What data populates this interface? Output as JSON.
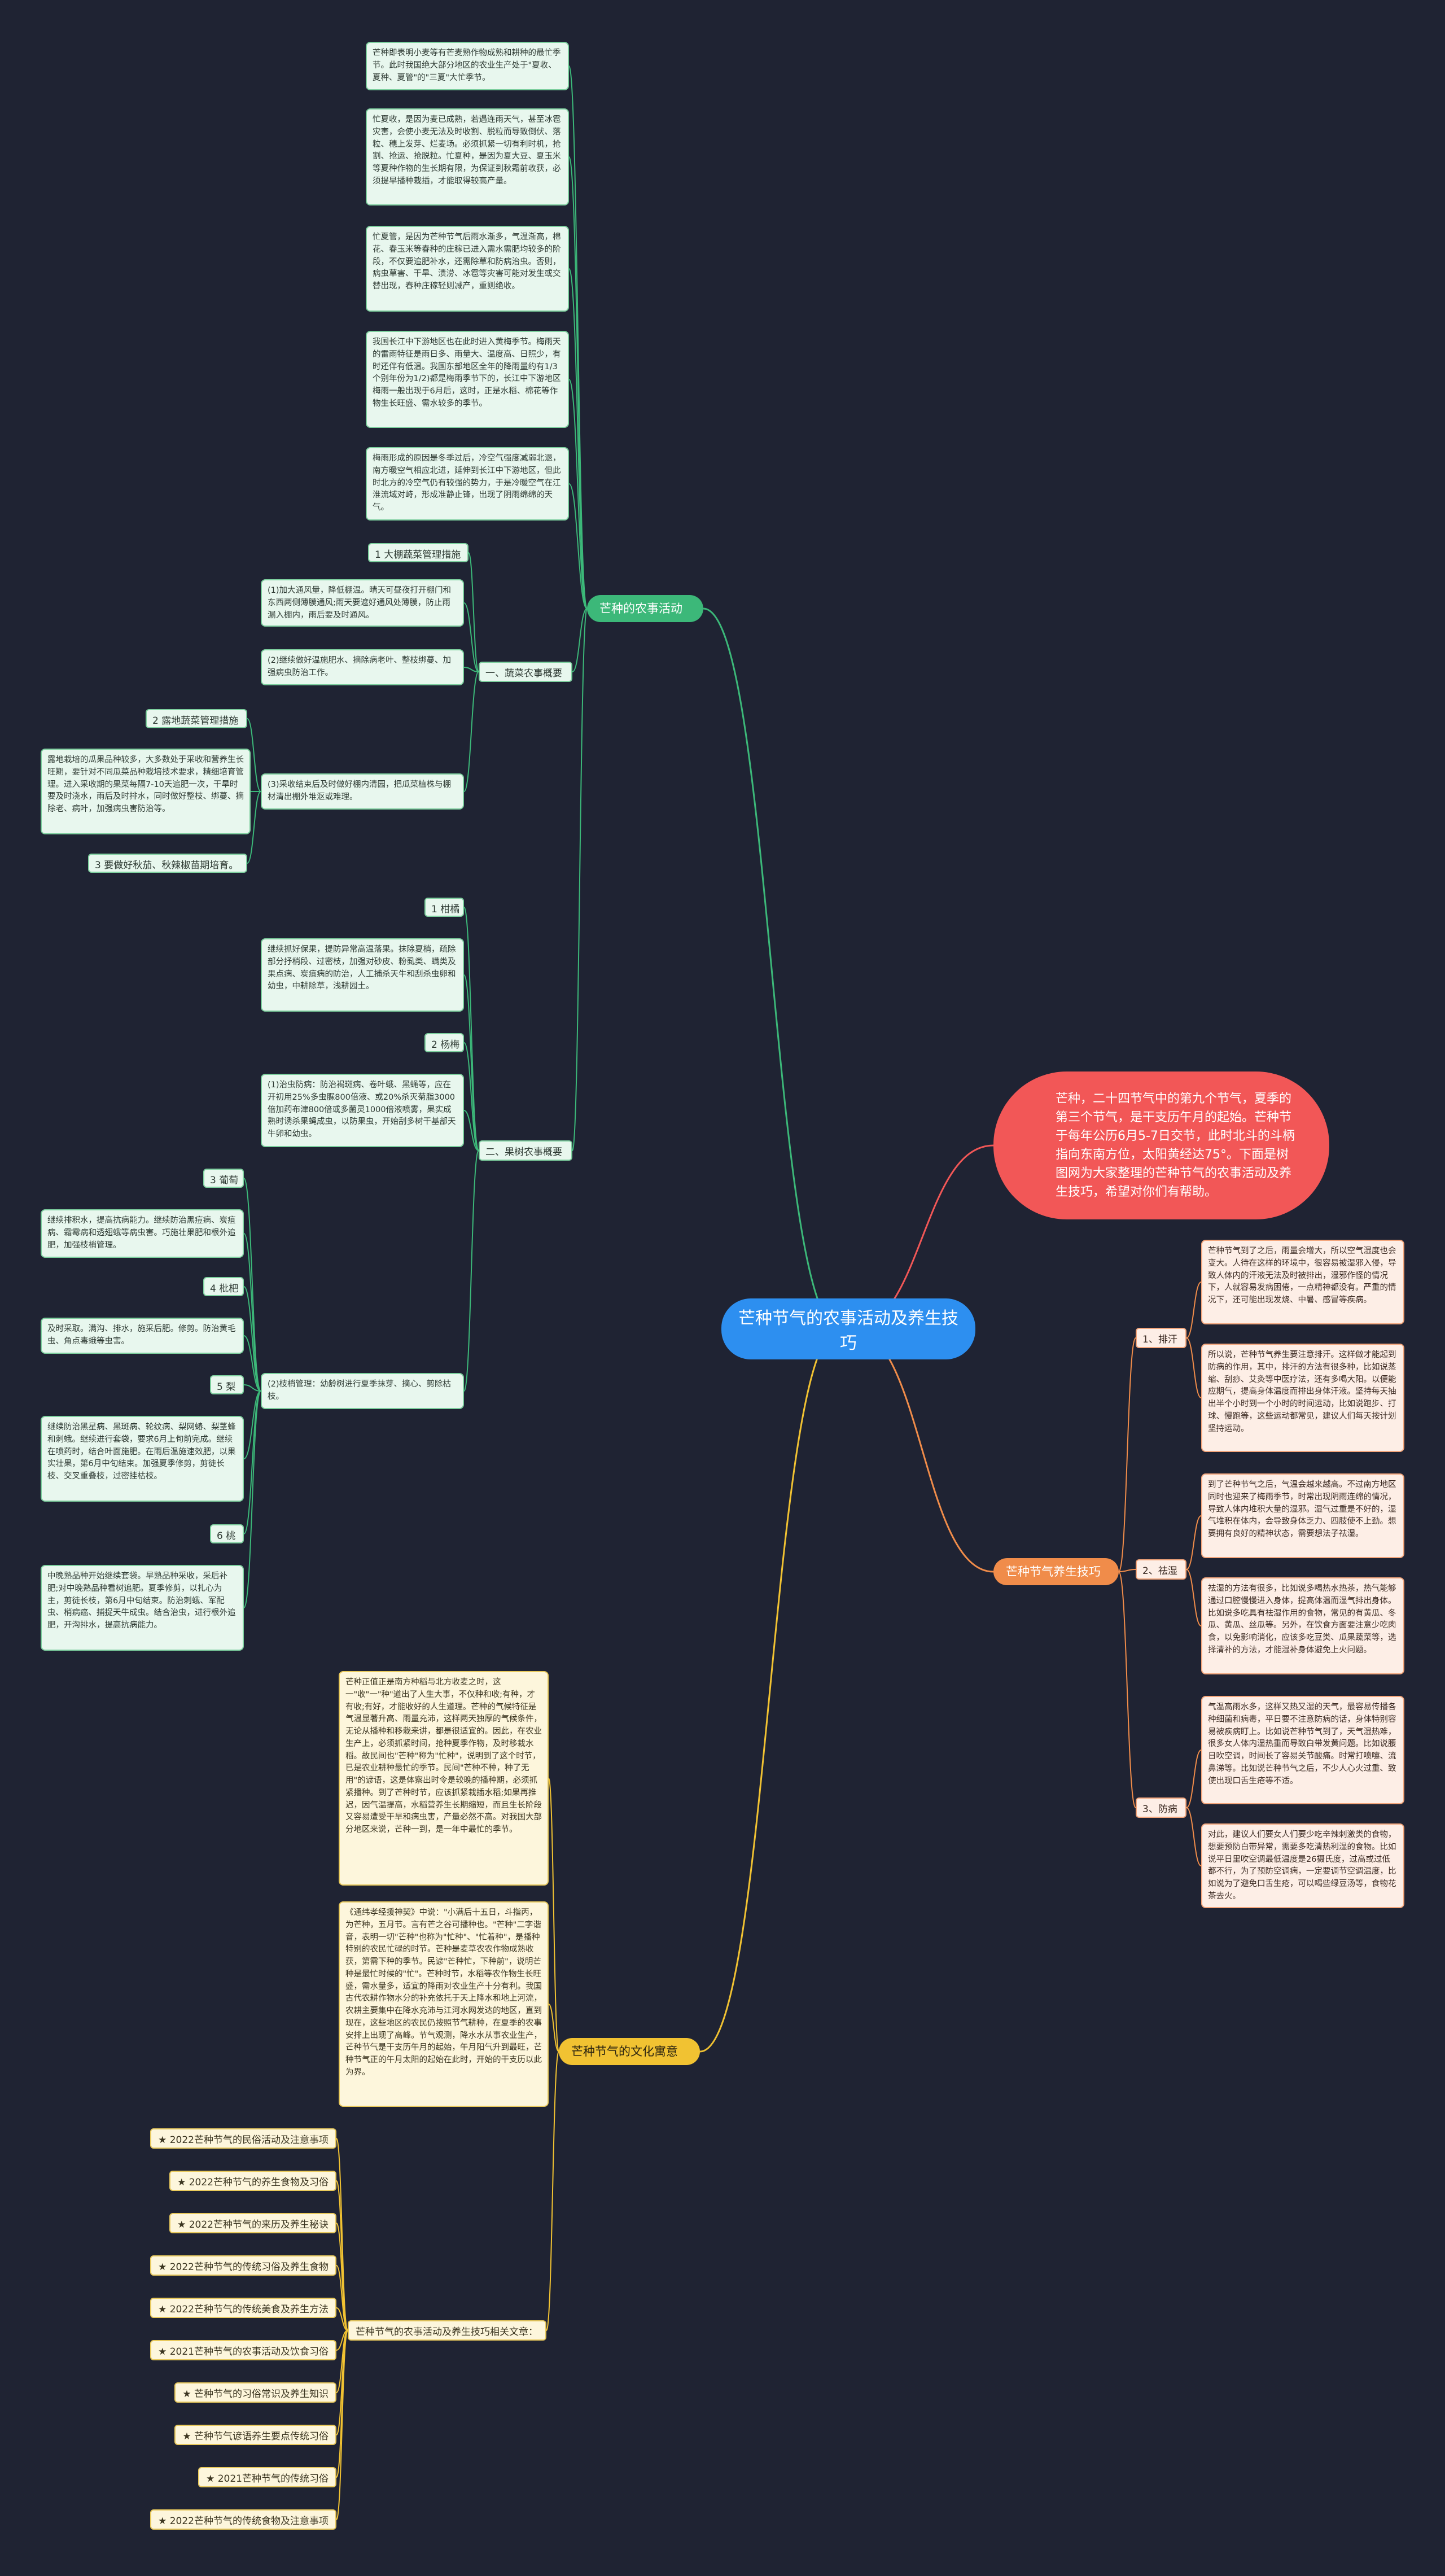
{
  "root": {
    "title": "芒种节气的农事活动及养生技巧"
  },
  "intro": {
    "text": "芒种，二十四节气中的第九个节气，夏季的第三个节气，是干支历午月的起始。芒种节于每年公历6月5-7日交节，此时北斗的斗柄指向东南方位，太阳黄经达75°。下面是树图网为大家整理的芒种节气的农事活动及养生技巧，希望对你们有帮助。"
  },
  "branch_farm": {
    "label": "芒种的农事活动",
    "paragraphs": [
      "芒种即表明小麦等有芒麦熟作物成熟和耕种的最忙季节。此时我国绝大部分地区的农业生产处于\"夏收、夏种、夏管\"的\"三夏\"大忙季节。",
      "忙夏收，是因为麦已成熟，若遇连雨天气，甚至冰雹灾害，会使小麦无法及时收割、脱粒而导致倒伏、落粒、穗上发芽、烂麦场。必须抓紧一切有利时机，抢割、抢运、抢脱粒。忙夏种，是因为夏大豆、夏玉米等夏种作物的生长期有限，为保证到秋霜前收获，必须提早播种栽插，才能取得较高产量。",
      "忙夏管，是因为芒种节气后雨水渐多，气温渐高，棉花、春玉米等春种的庄稼已进入需水需肥均较多的阶段，不仅要追肥补水，还需除草和防病治虫。否则，病虫草害、干旱、渍涝、冰雹等灾害可能对发生或交替出现，春种庄稼轻则减产，重则绝收。",
      "我国长江中下游地区也在此时进入黄梅季节。梅雨天的雷雨特征是雨日多、雨量大、温度高、日照少，有时还伴有低温。我国东部地区全年的降雨量约有1/3个别年份为1/2)都是梅雨季节下的，长江中下游地区梅雨一般出现于6月后，这时，正是水稻、棉花等作物生长旺盛、需水较多的季节。",
      "梅雨形成的原因是冬季过后，冷空气强度减弱北退，南方暖空气相应北进，延伸到长江中下游地区，但此时北方的冷空气仍有较强的势力，于是冷暖空气在江淮流域对峙，形成准静止锋，出现了阴雨绵绵的天气。"
    ],
    "veg_group": {
      "label": "一、蔬菜农事概要",
      "sub1": "1 大棚蔬菜管理措施",
      "item1": "(1)加大通风量，降低棚温。晴天可昼夜打开棚门和东西两侧薄膜通风;雨天要遮好通风处薄膜，防止雨漏入棚内，雨后要及时通风。",
      "item2": "(2)继续做好温施肥水、摘除病老叶、整枝绑蔓、加强病虫防治工作。",
      "sub2": "2 露地蔬菜管理措施",
      "sub2_text": "露地栽培的瓜果品种较多，大多数处于采收和营养生长旺期，要针对不同瓜菜品种栽培技术要求，精细培育管理。进入采收期的果菜每隔7-10天追肥一次，干旱时要及时浇水，雨后及时排水，同时做好整枝、绑蔓、摘除老、病叶，加强病虫害防治等。",
      "item3": "(3)采收结束后及时做好棚内清园，把瓜菜植株与棚材清出棚外堆沤或难理。",
      "sub3": "3 要做好秋茄、秋辣椒苗期培育。"
    },
    "fruit_group": {
      "label": "二、果树农事概要",
      "s1": "1 柑橘",
      "s1_text": "继续抓好保果，提防异常高温落果。抹除夏梢，疏除部分抒梢段、过密枝，加强对砂皮、粉虱类、螨类及果点病、炭疽病的防治，人工捕杀天牛和刮杀虫卵和幼虫，中耕除草，浅耕园土。",
      "s2": "2 杨梅",
      "s2_text": "(1)治虫防病：防治褐斑病、卷叶蛾、黑蝇等，应在开初用25%多虫脲800倍液、或20%杀灭菊脂3000倍加药布津800倍或多菌灵1000倍液喷雾，果实成熟时诱杀果蝇成虫，以防果虫，开始刮多树干基部天牛卵和幼虫。",
      "s2_item": "(2)枝梢管理：幼龄树进行夏季抹芽、摘心、剪除枯枝。",
      "s3": "3 葡萄",
      "s3_text": "继续排积水，提高抗病能力。继续防治黑痘病、炭疽病、霜霉病和透翅蛾等病虫害。巧施壮果肥和根外追肥，加强枝梢管理。",
      "s4": "4 枇杷",
      "s4_text": "及时采取。满沟、排水，施采后肥。修剪。防治黄毛虫、角点毒蛾等虫害。",
      "s5": "5 梨",
      "s5_text": "继续防治黑星病、黑斑病、轮纹病、梨网蝽、梨茎蜂和刺蛾。继续进行套袋，要求6月上旬前完成。继续在喷药时，结合叶面施肥。在雨后温施速效肥，以果实壮果，第6月中旬结束。加强夏季修剪，剪徒长枝、交叉重叠枝，过密挂枯枝。",
      "s6": "6 桃",
      "s6_text": "中晚熟品种开始继续套袋。早熟品种采收，采后补肥;对中晚熟品种看树追肥。夏季修剪，以扎心为主，剪徒长枝，第6月中旬结束。防治刺蛾、军配虫、梢病癌、捕捉天牛成虫。结合治虫，进行根外追肥，开沟排水，提高抗病能力。"
    }
  },
  "branch_health": {
    "label": "芒种节气养生技巧",
    "groups": [
      {
        "label": "1、排汗",
        "texts": [
          "芒种节气到了之后，雨量会增大，所以空气湿度也会变大。人待在这样的环境中，很容易被湿邪入侵，导致人体内的汗液无法及时被排出，湿邪作怪的情况下，人就容易发病困倦，一点精神都没有。严重的情况下，还可能出现发烧、中暑、感冒等疾病。",
          "所以说，芒种节气养生要注意排汗。这样做才能起到防病的作用，其中，排汗的方法有很多种，比如说蒸缩、刮痧、艾灸等中医疗法，还有多喝大阳。以便能应期气，提高身体温度而排出身体汗液。坚持每天抽出半个小时到一个小时的时间运动，比如说跑步、打球、慢跑等，这些运动都常见，建议人们每天按计划坚持运动。"
        ]
      },
      {
        "label": "2、祛湿",
        "texts": [
          "到了芒种节气之后，气温会越来越高。不过南方地区同时也迎来了梅雨季节，时常出现阴雨连绵的情况，导致人体内堆积大量的湿邪。湿气过重是不好的，湿气堆积在体内，会导致身体乏力、四肢使不上劲。想要拥有良好的精神状态，需要想法子祛湿。",
          "祛湿的方法有很多，比如说多喝热水热茶，热气能够通过口腔慢慢进入身体，提高体温而湿气排出身体。比如说多吃具有祛湿作用的食物，常见的有黄瓜、冬瓜、黄瓜、丝瓜等。另外，在饮食方面要注意少吃肉食，以免影响消化，应该多吃豆类、瓜果蔬菜等，选择清补的方法，才能湿补身体避免上火问题。"
        ]
      },
      {
        "label": "3、防病",
        "texts": [
          "气温高雨水多，这样又热又湿的天气，最容易传播各种细菌和病毒，平日要不注意防病的话，身体特别容易被疾病盯上。比如说芒种节气到了，天气湿热难，很多女人体内湿热重而导致白带发黄问题。比如说腰日吹空调，时间长了容易关节酸痛。时常打喷嚏、流鼻涕等。比如说芒种节气之后，不少人心火过重、致使出现口舌生疮等不适。",
          "对此，建议人们要女人们要少吃辛辣刺激类的食物，想要预防白带异常，需要多吃清热利湿的食物。比如说平日里吹空调最低温度是26摄氏度，过高或过低都不行，为了预防空调病，一定要调节空调温度，比如说为了避免口舌生疮，可以喝些绿豆汤等，食物花茶去火。"
        ]
      }
    ]
  },
  "branch_culture": {
    "label": "芒种节气的文化寓意",
    "texts": [
      "芒种正值正是南方种稻与北方收麦之时，这一\"收\"一\"种\"道出了人生大事，不仅种和收;有种，才有收;有好，才能收好的人生道理。芒种的气候特征是气温显著升高、雨量充沛，这样两天独厚的气候条件，无论从播种和移栽来讲，都是很适宜的。因此，在农业生产上，必须抓紧时间，抢种夏季作物，及时移栽水稻。故民间也\"芒种\"称为\"忙种\"，说明到了这个时节，已是农业耕种最忙的季节。民间\"芒种不种，种了无用\"的谚语，这是体察出时令是较晚的播种期，必须抓紧播种。到了芒种时节，应该抓紧栽插水稻;如果再推迟，因气温提高，水稻营养生长期缩短，而且生长阶段又容易遭受干旱和病虫害，产量必然不高。对我国大部分地区来说，芒种一到，是一年中最忙的季节。",
      "《通纬孝经援神契》中说：\"小满后十五日，斗指丙，为芒种，五月节。言有芒之谷可播种也。\"芒种\"二字谐音，表明一切\"芒种\"也称为\"忙种\"、\"忙着种\"，是播种特别的农民忙碌的时节。芒种是麦草农农作物成熟收获，第需下种的季节。民谚\"芒种忙，下种前\"，说明芒种是最忙时候的\"忙\"。芒种时节，水稻等农作物生长旺盛，需水量多，适宜的降雨对农业生产十分有利。我国古代农耕作物水分的补充依托于天上降水和地上河流，农耕主要集中在降水充沛与江河水网发达的地区，直到现在，这些地区的农民仍按照节气耕种，在夏季的农事安排上出现了高峰。节气观测，降水水从事农业生产，芒种节气是干支历午月的起始，午月阳气升到最旺，芒种节气正的午月太阳的起始在此时，开始的干支历以此为界。"
    ],
    "related_label": "芒种节气的农事活动及养生技巧相关文章：",
    "related_links": [
      "★ 2022芒种节气的民俗活动及注意事项",
      "★ 2022芒种节气的养生食物及习俗",
      "★ 2022芒种节气的来历及养生秘诀",
      "★ 2022芒种节气的传统习俗及养生食物",
      "★ 2022芒种节气的传统美食及养生方法",
      "★ 2021芒种节气的农事活动及饮食习俗",
      "★ 芒种节气的习俗常识及养生知识",
      "★ 芒种节气谚语养生要点传统习俗",
      "★ 2021芒种节气的传统习俗",
      "★ 2022芒种节气的传统食物及注意事项"
    ]
  },
  "colors": {
    "background": "#1f2333",
    "root": "#2d8ff0",
    "intro": "#f25757",
    "farm": "#3cb879",
    "health": "#f08c4a",
    "culture": "#f1c232"
  }
}
